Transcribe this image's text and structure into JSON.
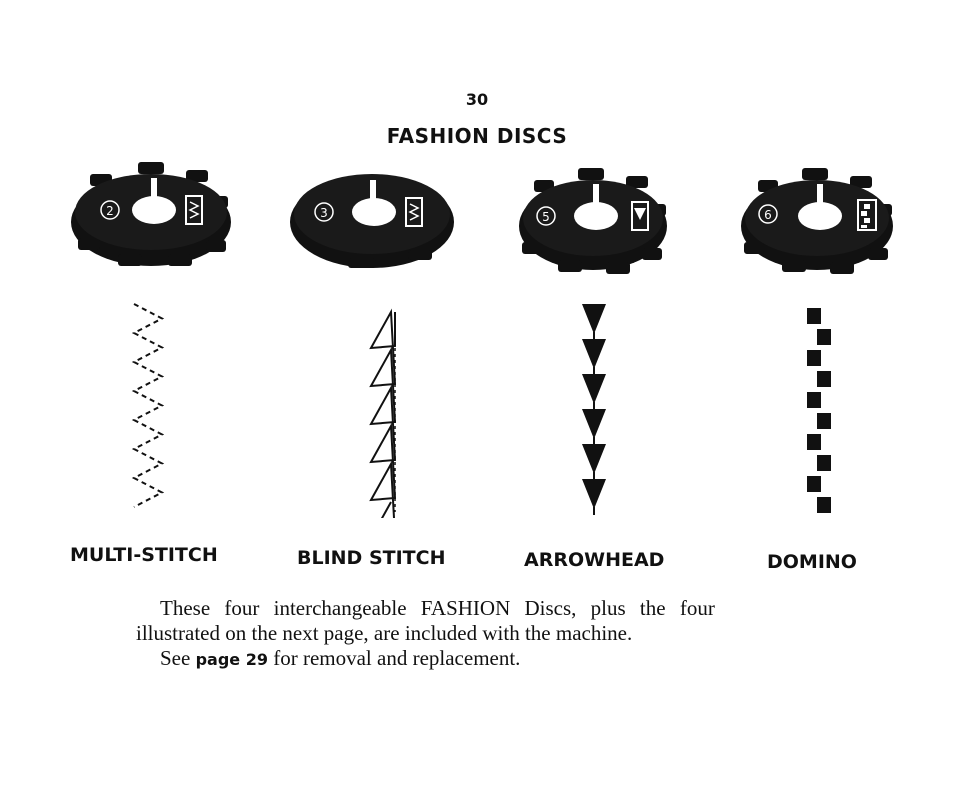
{
  "page_number": "30",
  "title": "FASHION DISCS",
  "discs": [
    {
      "number": "2",
      "stitch_name": "MULTI-STITCH",
      "disc_icon": "zigzag-disc-icon",
      "pattern": "multi-stitch-pattern"
    },
    {
      "number": "3",
      "stitch_name": "BLIND STITCH",
      "disc_icon": "blind-stitch-disc-icon",
      "pattern": "blind-stitch-pattern"
    },
    {
      "number": "5",
      "stitch_name": "ARROWHEAD",
      "disc_icon": "arrowhead-disc-icon",
      "pattern": "arrowhead-pattern"
    },
    {
      "number": "6",
      "stitch_name": "DOMINO",
      "disc_icon": "domino-disc-icon",
      "pattern": "domino-pattern"
    }
  ],
  "paragraph": {
    "line1": "These four interchangeable FASHION Discs, plus the four",
    "line2": "illustrated on the next page, are included with the machine.",
    "line3_pre": "See ",
    "line3_ref": "page 29",
    "line3_post": " for removal and replacement."
  },
  "colors": {
    "ink": "#111111",
    "paper": "#ffffff"
  }
}
